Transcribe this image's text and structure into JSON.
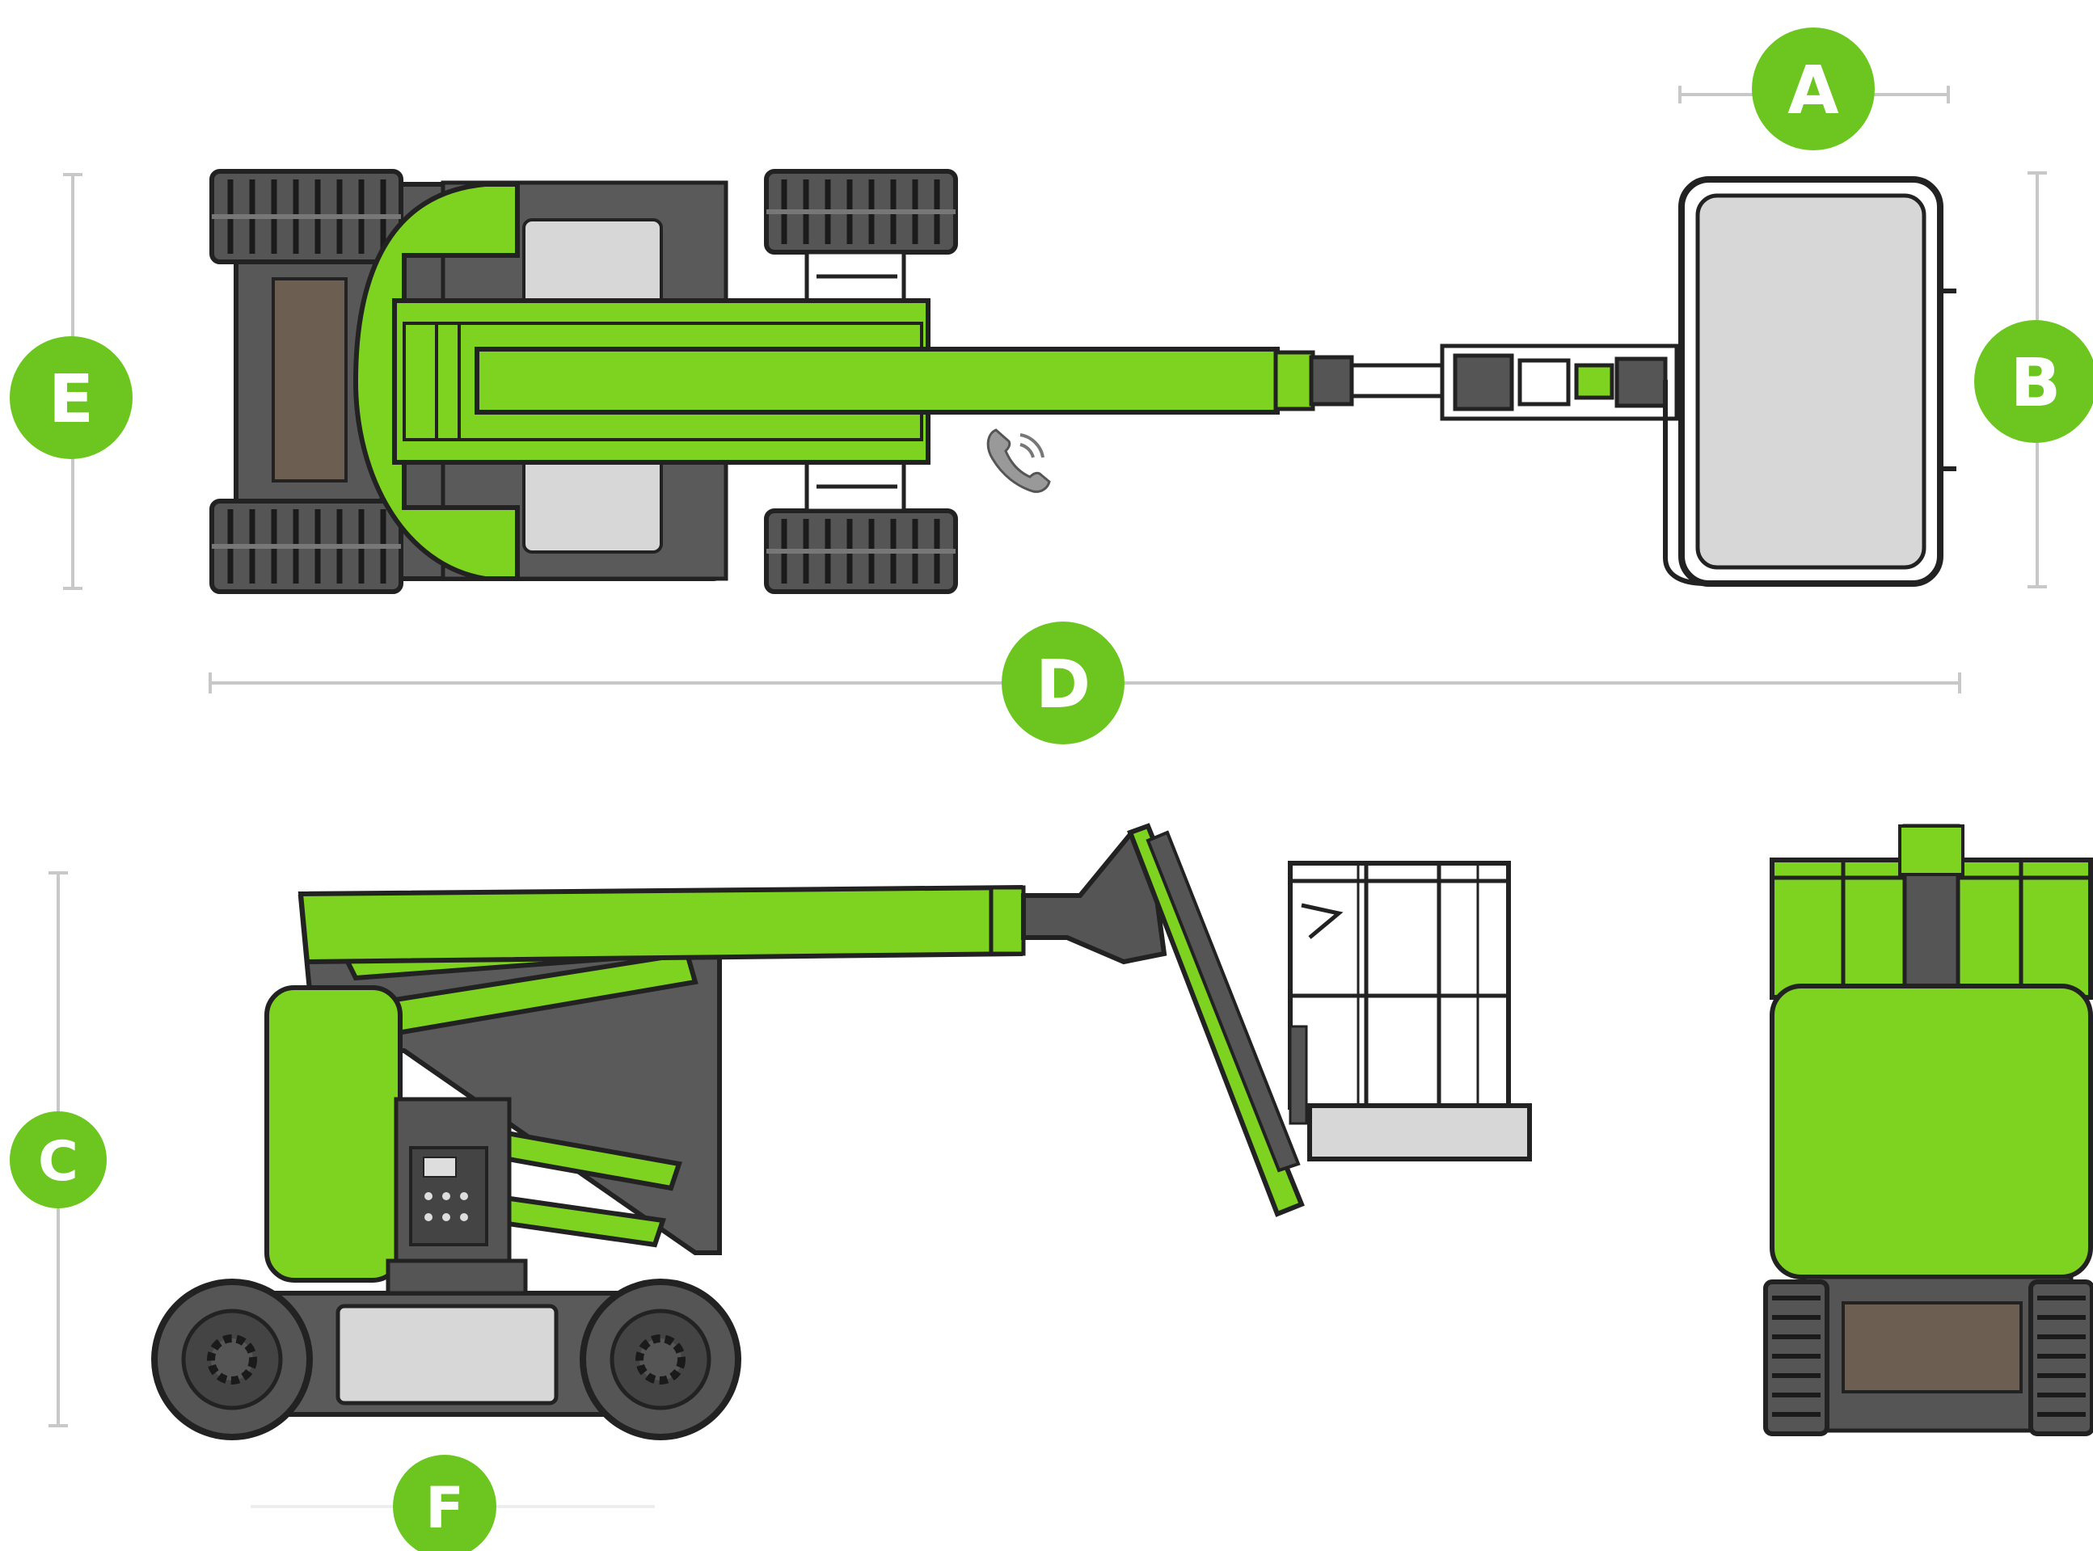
{
  "colors": {
    "lime": "#7ed321",
    "lime_dark": "#5aa514",
    "charcoal": "#555555",
    "outline": "#222222",
    "panel": "#d7d7d7",
    "dim_line": "#c8c8c8",
    "badge": "#6cc61f",
    "badge_text": "#ffffff"
  },
  "dimensions": {
    "A": {
      "label": "A"
    },
    "B": {
      "label": "B"
    },
    "C": {
      "label": "C"
    },
    "D": {
      "label": "D"
    },
    "E": {
      "label": "E"
    },
    "F": {
      "label": "F"
    }
  },
  "icons": {
    "phone": "phone-icon"
  }
}
